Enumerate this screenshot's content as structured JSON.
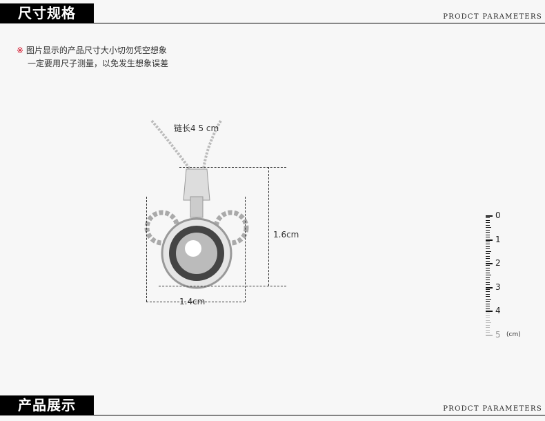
{
  "section1": {
    "title": "尺寸规格",
    "subtitle": "PRODCT PARAMETERS"
  },
  "notes": {
    "mark": "※",
    "line1": "图片显示的产品尺寸大小切勿凭空想象",
    "line2": "一定要用尺子测量，以免发生想象误差"
  },
  "dimensions": {
    "chain": "链长4 5 cm",
    "height": "1.6cm",
    "width": "1.4cm"
  },
  "ruler": {
    "labels": [
      "0",
      "1",
      "2",
      "3",
      "4",
      "5"
    ],
    "unit": "(cm)",
    "filled_cm": 4
  },
  "section2": {
    "title": "产品展示",
    "subtitle": "PRODCT PARAMETERS"
  },
  "colors": {
    "mark": "#d0021b",
    "header": "#000000"
  }
}
